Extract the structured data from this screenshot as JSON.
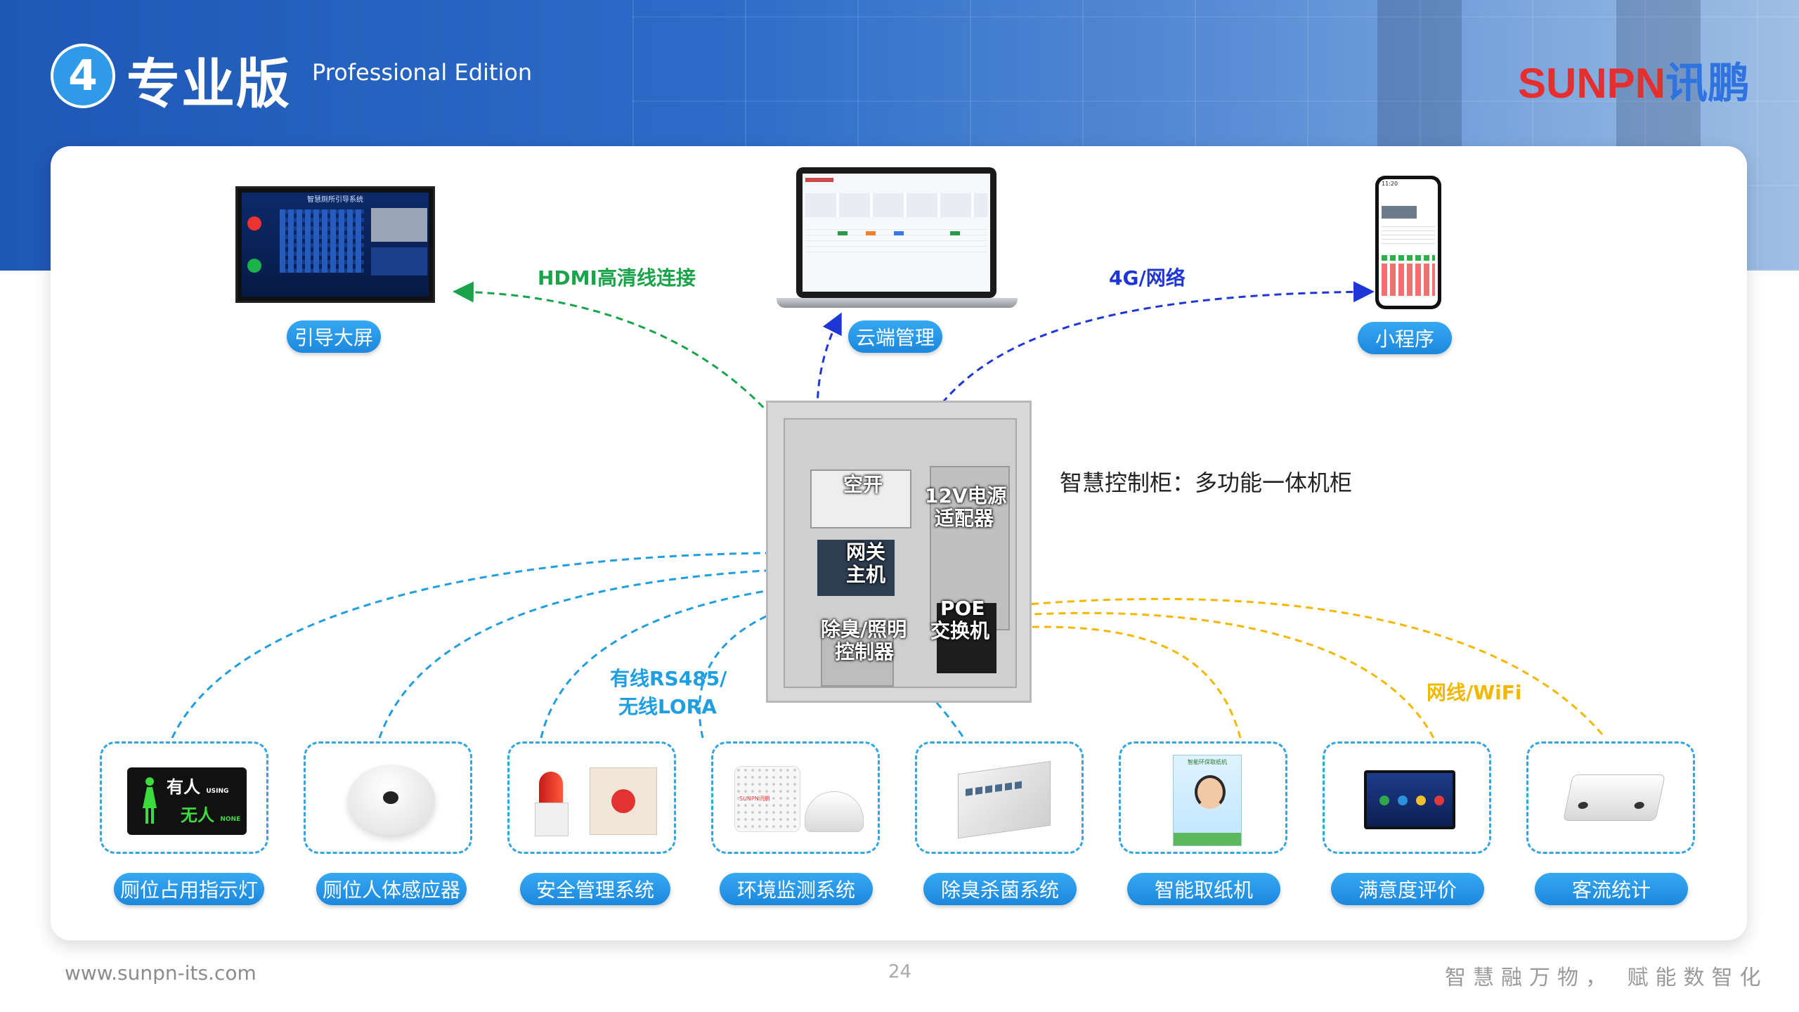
{
  "header": {
    "number": "4",
    "title_cn": "专业版",
    "title_en": "Professional Edition",
    "logo_brand": "SUNPN",
    "logo_cn": "讯鹏"
  },
  "top_devices": [
    {
      "label": "引导大屏"
    },
    {
      "label": "云端管理"
    },
    {
      "label": "小程序"
    }
  ],
  "screen_title": "智慧厕所引导系统",
  "phone_content": {
    "status_time": "11:20"
  },
  "links": {
    "hdmi": "HDMI高清线连接",
    "net4g": "4G/网络",
    "rs485": "有线RS485/",
    "lora": "无线LORA",
    "wifi": "网线/WiFi"
  },
  "cabinet": {
    "breaker": "空开",
    "psu_line1": "12V电源",
    "psu_line2": "适配器",
    "gw_line1": "网关",
    "gw_line2": "主机",
    "poe_line1": "POE",
    "poe_line2": "交换机",
    "ctl_line1": "除臭/照明",
    "ctl_line2": "控制器",
    "description": "智慧控制柜：多功能一体机柜"
  },
  "bottom_devices": [
    {
      "label": "厕位占用指示灯",
      "sign_top": "有人",
      "sign_top_small": "USING",
      "sign_bottom": "无人",
      "sign_bottom_small": "NONE"
    },
    {
      "label": "厕位人体感应器"
    },
    {
      "label": "安全管理系统"
    },
    {
      "label": "环境监测系统",
      "brand": "SUNPN讯鹏"
    },
    {
      "label": "除臭杀菌系统"
    },
    {
      "label": "智能取纸机",
      "screen_text": "智能环保取纸机"
    },
    {
      "label": "满意度评价"
    },
    {
      "label": "客流统计"
    }
  ],
  "colors": {
    "hdmi": "#1aa34a",
    "net4g": "#1f36d6",
    "rs485": "#1f9ee0",
    "wifi": "#f2b800",
    "pill": "#1f8fe0"
  },
  "footer": {
    "url": "www.sunpn-its.com",
    "page": "24",
    "slogan": "智慧融万物， 赋能数智化"
  }
}
